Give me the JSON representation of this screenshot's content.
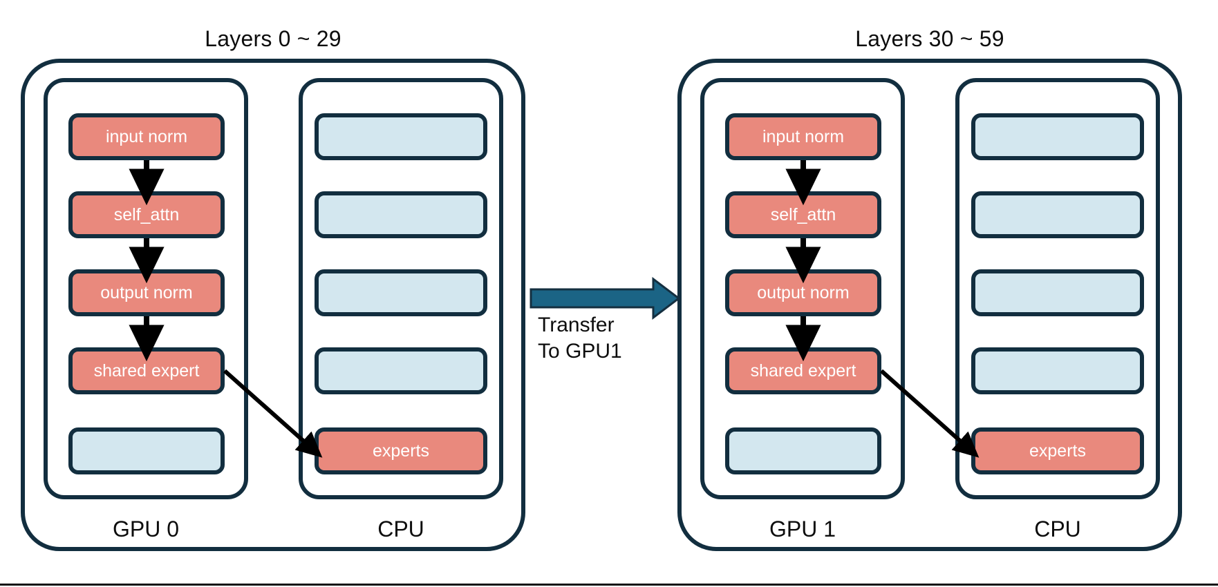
{
  "diagram": {
    "title_left": "Layers 0 ~ 29",
    "title_right": "Layers 30 ~ 59",
    "colors": {
      "node_red": "#e9897d",
      "node_blue": "#d3e7ef",
      "border": "#122e3f",
      "transfer_arrow": "#1b6485",
      "flow_arrow": "#000000",
      "background": "#ffffff",
      "node_text": "#ffffff",
      "label_text": "#0d0d0d"
    },
    "transfer": {
      "label_line1": "Transfer",
      "label_line2": "To GPU1",
      "label": "Transfer\nTo GPU1",
      "arrow_name": "transfer-arrow-right"
    },
    "panels": [
      {
        "id": "left",
        "title": "Layers 0 ~ 29",
        "columns": [
          {
            "id": "gpu0",
            "label": "GPU 0",
            "nodes": [
              {
                "label": "input norm",
                "kind": "red"
              },
              {
                "label": "self_attn",
                "kind": "red"
              },
              {
                "label": "output norm",
                "kind": "red"
              },
              {
                "label": "shared expert",
                "kind": "red"
              },
              {
                "label": "",
                "kind": "blue"
              }
            ]
          },
          {
            "id": "cpu0",
            "label": "CPU",
            "nodes": [
              {
                "label": "",
                "kind": "blue"
              },
              {
                "label": "",
                "kind": "blue"
              },
              {
                "label": "",
                "kind": "blue"
              },
              {
                "label": "",
                "kind": "blue"
              },
              {
                "label": "experts",
                "kind": "red"
              }
            ]
          }
        ]
      },
      {
        "id": "right",
        "title": "Layers 30 ~ 59",
        "columns": [
          {
            "id": "gpu1",
            "label": "GPU 1",
            "nodes": [
              {
                "label": "input norm",
                "kind": "red"
              },
              {
                "label": "self_attn",
                "kind": "red"
              },
              {
                "label": "output norm",
                "kind": "red"
              },
              {
                "label": "shared expert",
                "kind": "red"
              },
              {
                "label": "",
                "kind": "blue"
              }
            ]
          },
          {
            "id": "cpu1",
            "label": "CPU",
            "nodes": [
              {
                "label": "",
                "kind": "blue"
              },
              {
                "label": "",
                "kind": "blue"
              },
              {
                "label": "",
                "kind": "blue"
              },
              {
                "label": "",
                "kind": "blue"
              },
              {
                "label": "experts",
                "kind": "red"
              }
            ]
          }
        ]
      }
    ]
  }
}
